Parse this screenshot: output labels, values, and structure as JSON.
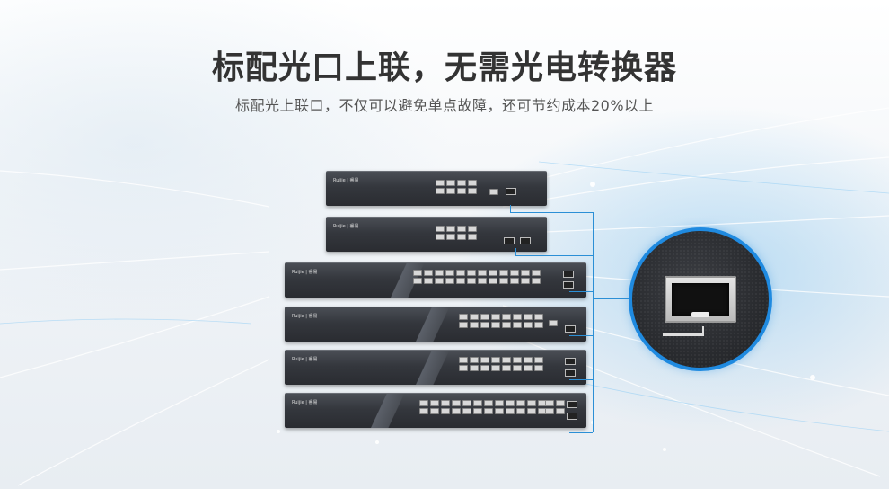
{
  "headline": "标配光口上联，无需光电转换器",
  "subheadline": "标配光上联口，不仅可以避免单点故障，还可节约成本20%以上",
  "colors": {
    "accent": "#1f8ae0",
    "title": "#333333",
    "subtitle": "#555555"
  },
  "products": [
    {
      "logo": "Ruijie | 睿易"
    },
    {
      "logo": "Ruijie | 睿易"
    },
    {
      "logo": "Ruijie | 睿易"
    },
    {
      "logo": "Ruijie | 睿易"
    },
    {
      "logo": "Ruijie | 睿易"
    },
    {
      "logo": "Ruijie | 睿易"
    }
  ],
  "detail_icon": "sfp-port-closeup"
}
